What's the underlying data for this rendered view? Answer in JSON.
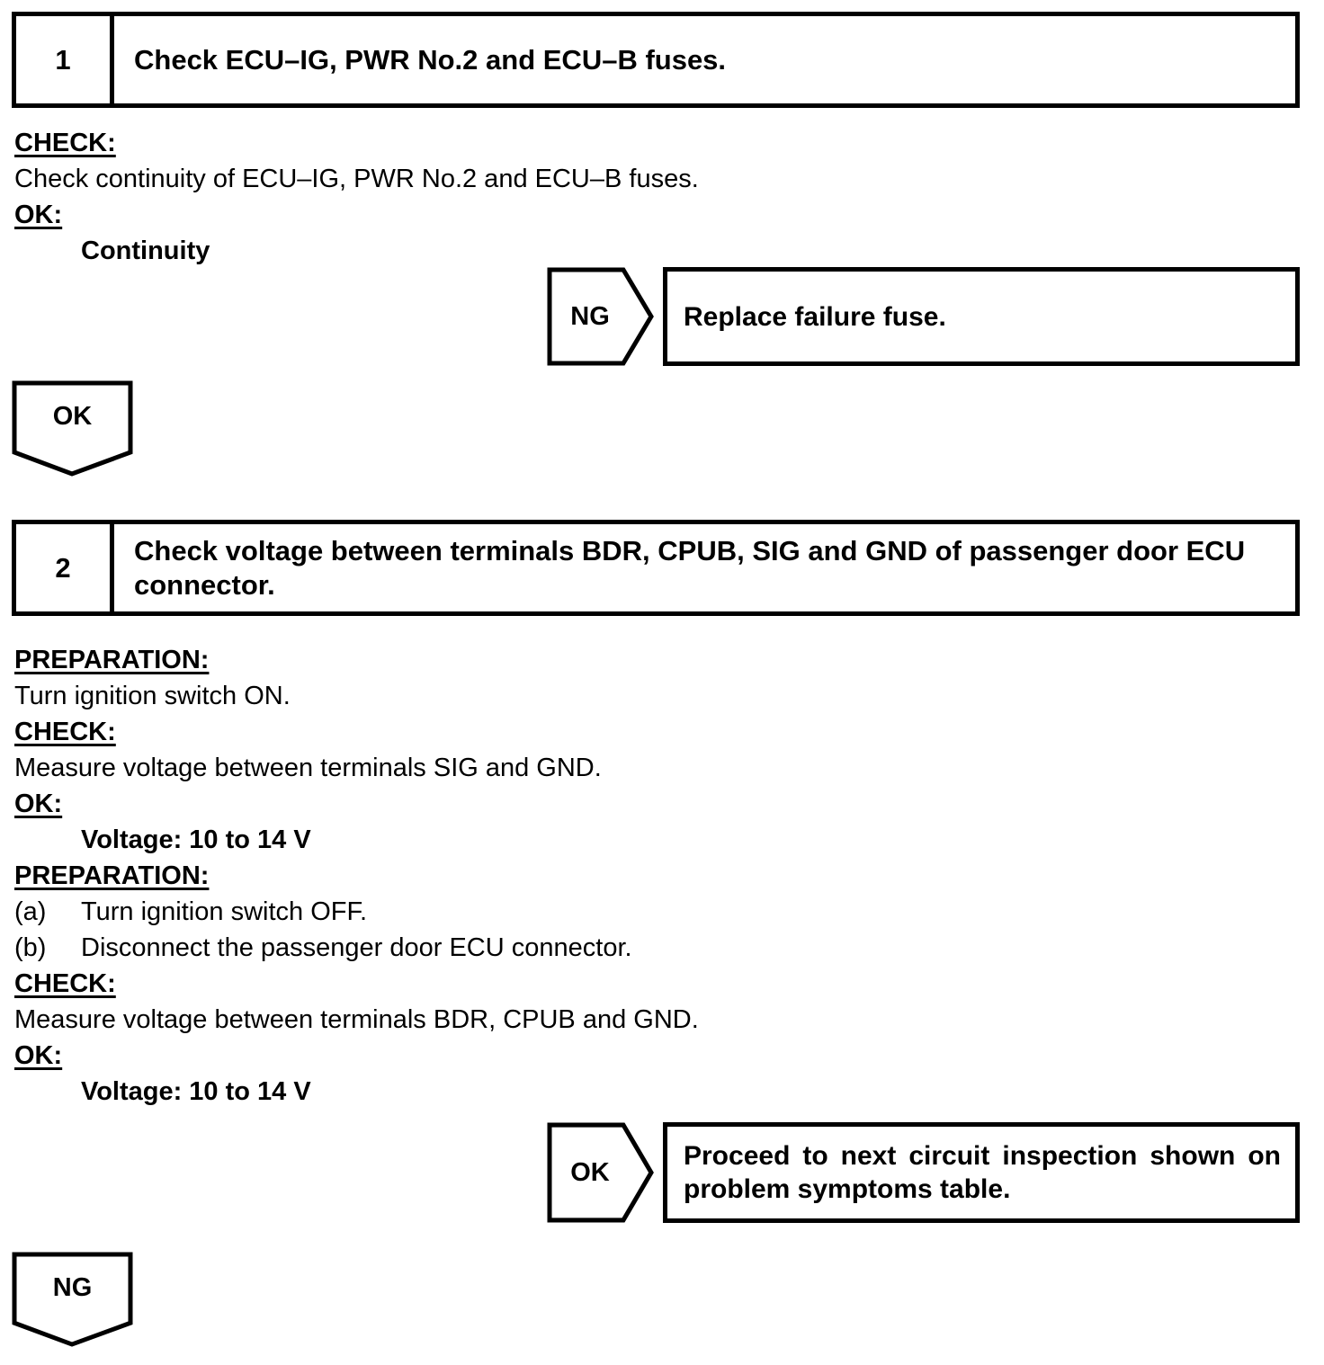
{
  "page": {
    "background_color": "#ffffff",
    "text_color": "#000000"
  },
  "steps": [
    {
      "number": "1",
      "title": "Check ECU–IG, PWR No.2 and ECU–B fuses.",
      "lines": [
        {
          "type": "heading",
          "text": "CHECK:"
        },
        {
          "type": "normal",
          "text": "Check continuity of ECU–IG, PWR No.2 and ECU–B fuses."
        },
        {
          "type": "heading",
          "text": "OK:"
        },
        {
          "type": "bold-indent",
          "text": "Continuity"
        }
      ],
      "result": {
        "label": "NG",
        "action": "Replace failure fuse."
      },
      "continue": {
        "label": "OK"
      }
    },
    {
      "number": "2",
      "title": "Check voltage between terminals BDR, CPUB, SIG and GND of passenger door ECU connector.",
      "lines": [
        {
          "type": "heading",
          "text": "PREPARATION:"
        },
        {
          "type": "normal",
          "text": "Turn ignition switch ON."
        },
        {
          "type": "heading",
          "text": "CHECK:"
        },
        {
          "type": "normal",
          "text": "Measure voltage between terminals SIG and GND."
        },
        {
          "type": "heading",
          "text": "OK:"
        },
        {
          "type": "bold-indent",
          "text": "Voltage: 10 to 14 V"
        },
        {
          "type": "heading",
          "text": "PREPARATION:"
        },
        {
          "type": "lettered",
          "marker": "(a)",
          "text": "Turn ignition switch OFF."
        },
        {
          "type": "lettered",
          "marker": "(b)",
          "text": "Disconnect the passenger door ECU connector."
        },
        {
          "type": "heading",
          "text": "CHECK:"
        },
        {
          "type": "normal",
          "text": "Measure voltage between terminals BDR, CPUB and GND."
        },
        {
          "type": "heading",
          "text": "OK:"
        },
        {
          "type": "bold-indent",
          "text": "Voltage: 10 to 14 V"
        }
      ],
      "result": {
        "label": "OK",
        "action": "Proceed to next circuit inspection shown on problem symptoms table."
      },
      "continue": {
        "label": "NG"
      }
    }
  ]
}
